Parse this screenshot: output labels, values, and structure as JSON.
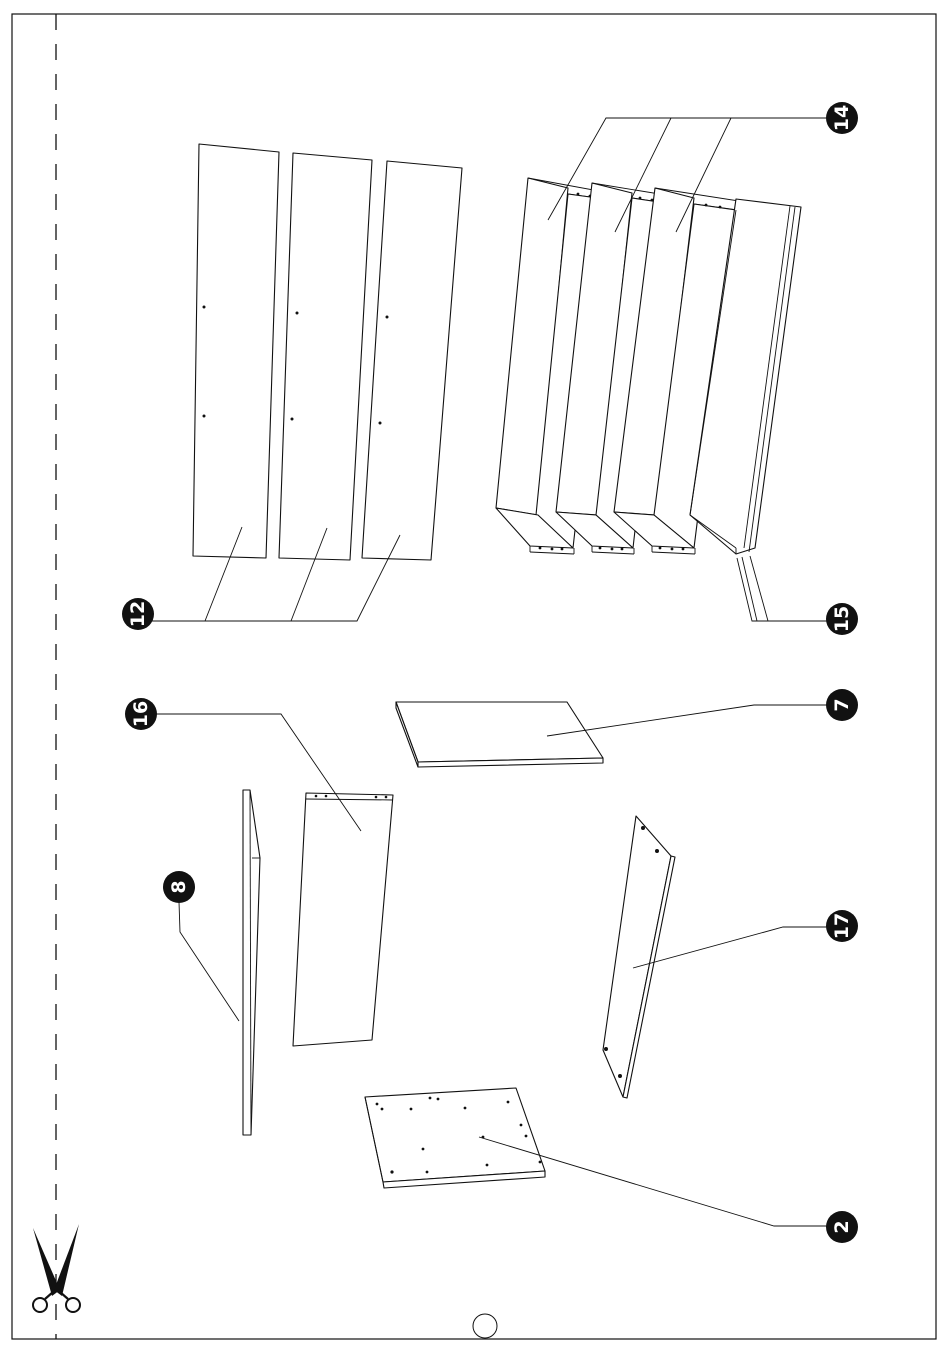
{
  "callouts": [
    {
      "id": "14",
      "label": "14"
    },
    {
      "id": "12",
      "label": "12"
    },
    {
      "id": "15",
      "label": "15"
    },
    {
      "id": "16",
      "label": "16"
    },
    {
      "id": "7",
      "label": "7"
    },
    {
      "id": "8",
      "label": "8"
    },
    {
      "id": "17",
      "label": "17"
    },
    {
      "id": "2",
      "label": "2"
    }
  ],
  "icons": {
    "cut_line": "scissors-icon"
  },
  "colors": {
    "ink": "#111111",
    "paper": "#ffffff"
  }
}
